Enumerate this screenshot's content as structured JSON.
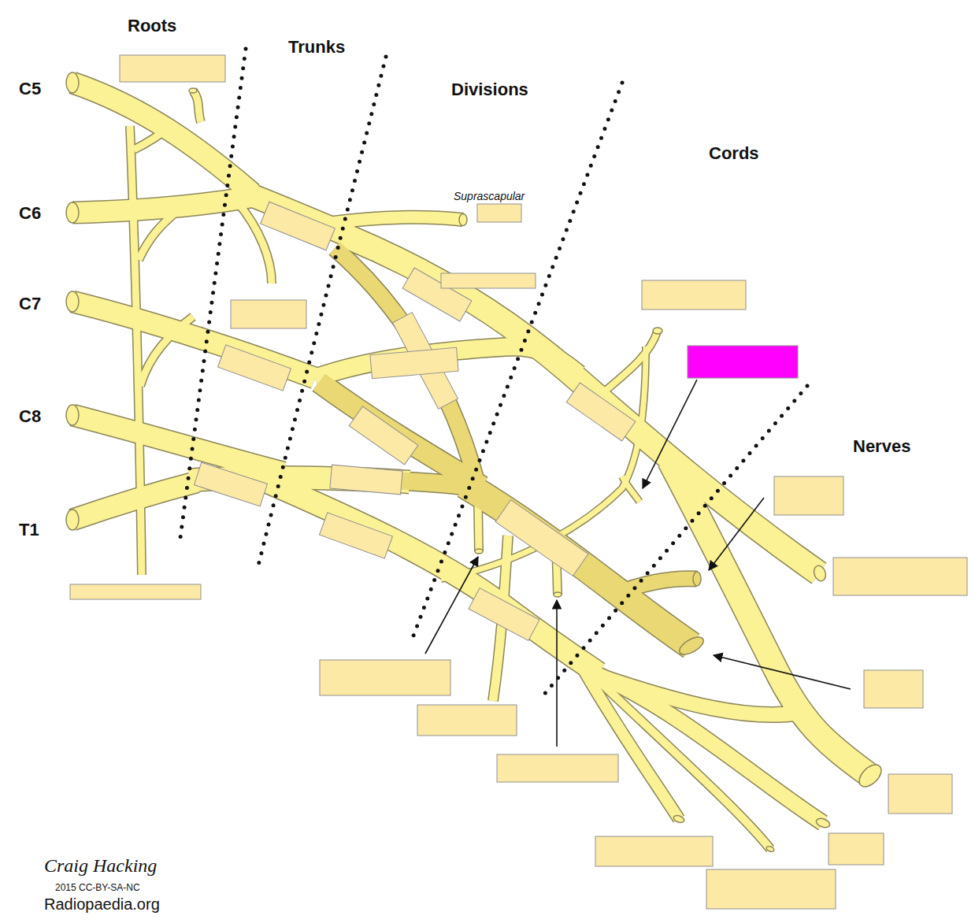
{
  "diagram": {
    "labels": [
      "Roots",
      "Trunks",
      "Divisions",
      "Cords",
      "Nerves",
      "C5",
      "C6",
      "C7",
      "C8",
      "T1",
      "Suprascapular",
      "Craig Hacking",
      "2015 CC-BY-SA-NC",
      "Radiopaedia.org"
    ]
  }
}
